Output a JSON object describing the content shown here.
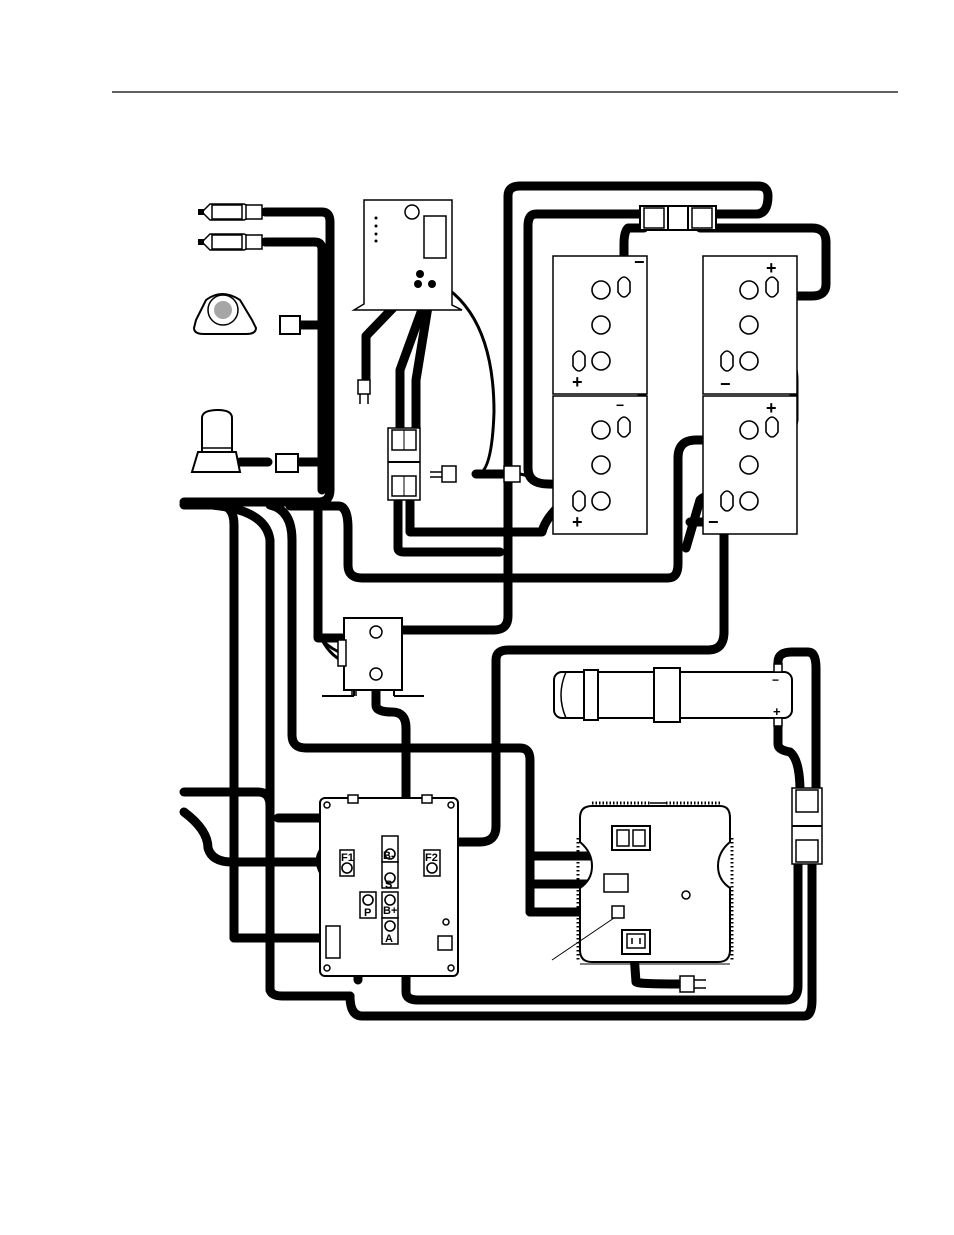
{
  "colors": {
    "ink": "#000000",
    "paper": "#ffffff"
  },
  "battery_signs": {
    "minus": "−",
    "plus": "+"
  },
  "controller_terminals": {
    "f1": "F1",
    "b_minus": "B-",
    "s": "S",
    "f2": "F2",
    "p": "P",
    "b_plus": "B+",
    "a": "A"
  },
  "capacitor_signs": {
    "minus": "−",
    "plus": "+"
  }
}
